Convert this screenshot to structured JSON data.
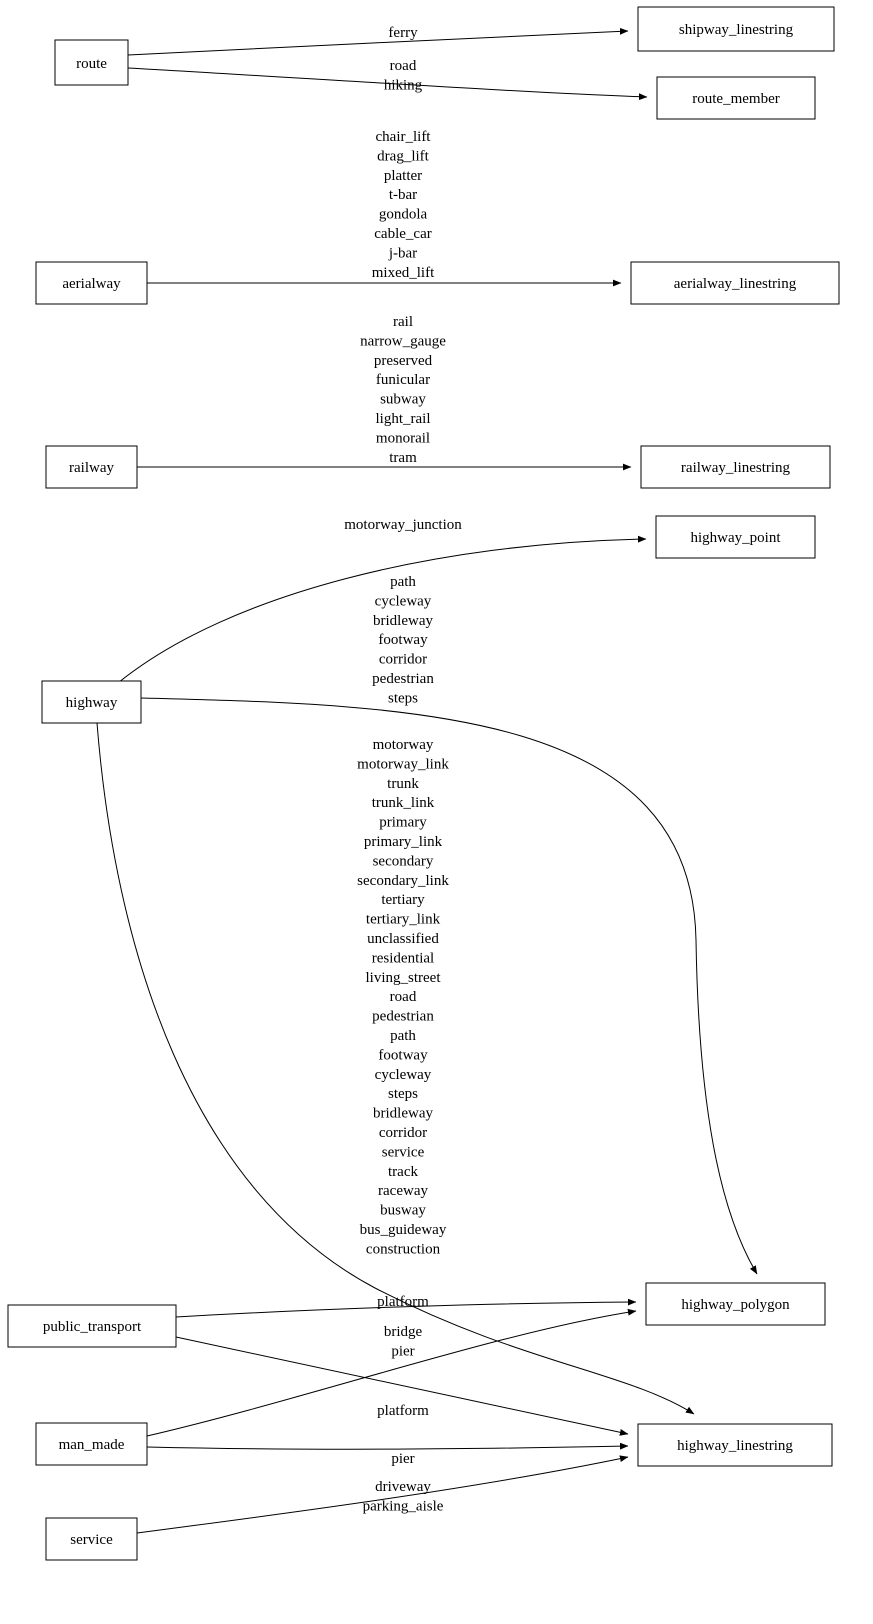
{
  "diagram": {
    "kind": "graphviz-mapping-diagram",
    "colors": {
      "background": "#ffffff",
      "stroke": "#000000",
      "text": "#000000"
    }
  },
  "nodes": {
    "route": {
      "label": "route"
    },
    "shipway_linestring": {
      "label": "shipway_linestring"
    },
    "route_member": {
      "label": "route_member"
    },
    "aerialway": {
      "label": "aerialway"
    },
    "aerialway_linestring": {
      "label": "aerialway_linestring"
    },
    "railway": {
      "label": "railway"
    },
    "railway_linestring": {
      "label": "railway_linestring"
    },
    "highway": {
      "label": "highway"
    },
    "highway_point": {
      "label": "highway_point"
    },
    "highway_polygon": {
      "label": "highway_polygon"
    },
    "highway_linestring": {
      "label": "highway_linestring"
    },
    "public_transport": {
      "label": "public_transport"
    },
    "man_made": {
      "label": "man_made"
    },
    "service": {
      "label": "service"
    }
  },
  "edges": {
    "route_to_shipway_linestring": {
      "from": "route",
      "to": "shipway_linestring",
      "labels": [
        "ferry"
      ]
    },
    "route_to_route_member": {
      "from": "route",
      "to": "route_member",
      "labels": [
        "road",
        "hiking"
      ]
    },
    "aerialway_to_aerialway_linestring": {
      "from": "aerialway",
      "to": "aerialway_linestring",
      "labels": [
        "chair_lift",
        "drag_lift",
        "platter",
        "t-bar",
        "gondola",
        "cable_car",
        "j-bar",
        "mixed_lift"
      ]
    },
    "railway_to_railway_linestring": {
      "from": "railway",
      "to": "railway_linestring",
      "labels": [
        "rail",
        "narrow_gauge",
        "preserved",
        "funicular",
        "subway",
        "light_rail",
        "monorail",
        "tram"
      ]
    },
    "highway_to_highway_point": {
      "from": "highway",
      "to": "highway_point",
      "labels": [
        "motorway_junction"
      ]
    },
    "highway_to_highway_polygon": {
      "from": "highway",
      "to": "highway_polygon",
      "labels": [
        "path",
        "cycleway",
        "bridleway",
        "footway",
        "corridor",
        "pedestrian",
        "steps"
      ]
    },
    "highway_to_highway_linestring": {
      "from": "highway",
      "to": "highway_linestring",
      "labels": [
        "motorway",
        "motorway_link",
        "trunk",
        "trunk_link",
        "primary",
        "primary_link",
        "secondary",
        "secondary_link",
        "tertiary",
        "tertiary_link",
        "unclassified",
        "residential",
        "living_street",
        "road",
        "pedestrian",
        "path",
        "footway",
        "cycleway",
        "steps",
        "bridleway",
        "corridor",
        "service",
        "track",
        "raceway",
        "busway",
        "bus_guideway",
        "construction"
      ]
    },
    "public_transport_to_highway_polygon": {
      "from": "public_transport",
      "to": "highway_polygon",
      "labels": [
        "platform"
      ]
    },
    "public_transport_to_highway_linestring": {
      "from": "public_transport",
      "to": "highway_linestring",
      "labels": [
        "platform"
      ]
    },
    "man_made_to_highway_polygon": {
      "from": "man_made",
      "to": "highway_polygon",
      "labels": [
        "bridge",
        "pier"
      ]
    },
    "man_made_to_highway_linestring": {
      "from": "man_made",
      "to": "highway_linestring",
      "labels": [
        "pier"
      ]
    },
    "service_to_highway_linestring": {
      "from": "service",
      "to": "highway_linestring",
      "labels": [
        "driveway",
        "parking_aisle"
      ]
    }
  }
}
